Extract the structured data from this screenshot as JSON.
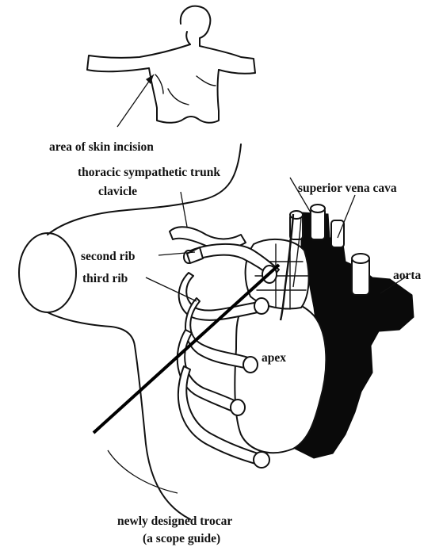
{
  "figure": {
    "labels": {
      "skin_incision": "area of skin incision",
      "sympathetic_trunk": "thoracic sympathetic trunk",
      "clavicle": "clavicle",
      "superior_vena_cava": "superior vena cava",
      "second_rib": "second rib",
      "third_rib": "third rib",
      "aorta": "aorta",
      "apex": "apex"
    },
    "caption": {
      "line1": "newly designed trocar",
      "line2": "(a scope guide)"
    }
  }
}
